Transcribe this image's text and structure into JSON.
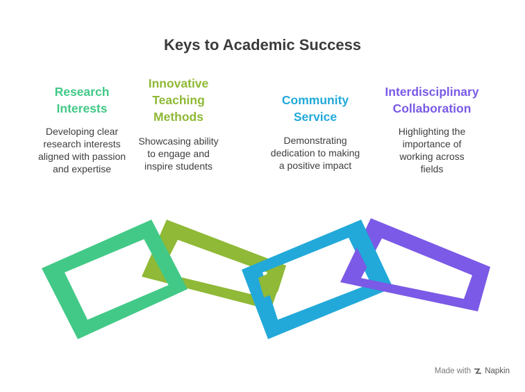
{
  "title": "Keys to Academic Success",
  "items": [
    {
      "heading_lines": [
        "Research",
        "Interests"
      ],
      "desc_lines": [
        "Developing clear",
        "research interests",
        "aligned with passion",
        "and expertise"
      ],
      "color": "#42c987"
    },
    {
      "heading_lines": [
        "Innovative",
        "Teaching",
        "Methods"
      ],
      "desc_lines": [
        "Showcasing ability",
        "to engage and",
        "inspire students"
      ],
      "color": "#8fb936"
    },
    {
      "heading_lines": [
        "Community",
        "Service"
      ],
      "desc_lines": [
        "Demonstrating",
        "dedication to making",
        "a positive impact"
      ],
      "color": "#22a9d9"
    },
    {
      "heading_lines": [
        "Interdisciplinary",
        "Collaboration"
      ],
      "desc_lines": [
        "Highlighting the",
        "importance of",
        "working across",
        "fields"
      ],
      "color": "#7a5ae6"
    }
  ],
  "footer": {
    "made_with": "Made with",
    "brand": "Napkin",
    "icon": "napkin-logo-icon"
  }
}
